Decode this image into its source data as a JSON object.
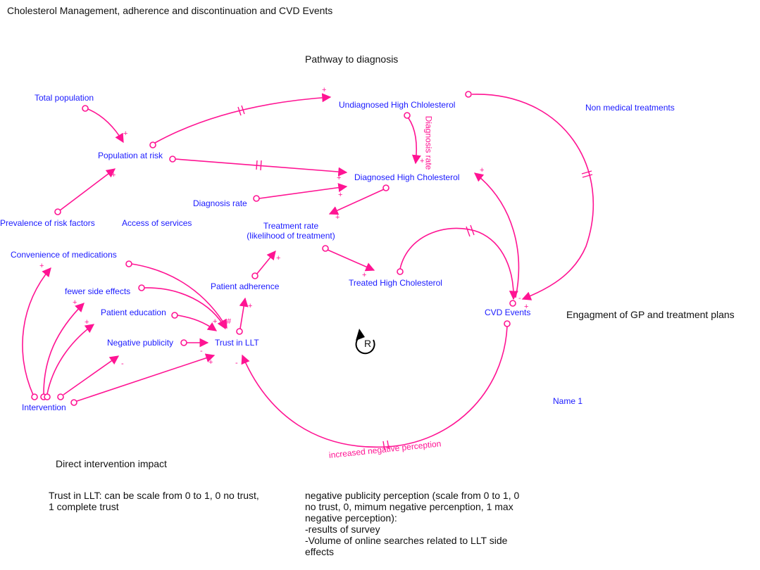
{
  "diagram": {
    "title": "Cholesterol Management, adherence and discontinuation and CVD Events",
    "link_color": "#ff1493",
    "variable_color": "#1a1aff",
    "section_labels": {
      "pathway": "Pathway to diagnosis",
      "engagement": "Engagment of GP and treatment plans",
      "direct_intervention": "Direct intervention impact"
    },
    "variables": {
      "total_population": "Total population",
      "population_at_risk": "Population at risk",
      "prevalence_risk_factors": "Prevalence of risk factors",
      "access_services": "Access of services",
      "undiagnosed": "Undiagnosed High Chlolesterol",
      "diagnosed": "Diagnosed High Cholesterol",
      "diagnosis_rate": "Diagnosis rate",
      "non_medical": "Non medical treatments",
      "treatment_rate_1": "Treatment rate",
      "treatment_rate_2": "(likelihood of treatment)",
      "treated": "Treated High Cholesterol",
      "cvd_events": "CVD Events",
      "convenience": "Convenience of medications",
      "fewer_side_effects": "fewer side effects",
      "patient_education": "Patient education",
      "negative_publicity": "Negative publicity",
      "trust_llt": "Trust in LLT",
      "patient_adherence": "Patient adherence",
      "intervention": "Intervention",
      "name1": "Name 1"
    },
    "link_labels": {
      "diagnosis_rate_flow": "Diagnosis rate",
      "increased_negative": "increased negative perception"
    },
    "loop": {
      "type": "R",
      "label": "R",
      "direction": "counter-clockwise"
    },
    "polarity": {
      "plus": "+",
      "minus": "-",
      "hash": "#"
    },
    "notes": {
      "trust_scale": "Trust in LLT: can be scale from 0 to 1, 0 no trust,\n1 complete trust",
      "negative_publicity": "negative publicity perception (scale from 0 to 1, 0\nno trust, 0, mimum negative percenption, 1 max\nnegative perception):\n-results of survey\n-Volume of online searches related to LLT side\neffects"
    },
    "links": [
      {
        "from": "Total population",
        "to": "Population at risk",
        "polarity": "+",
        "delay": false
      },
      {
        "from": "Prevalence of risk factors",
        "to": "Population at risk",
        "polarity": "+",
        "delay": false
      },
      {
        "from": "Population at risk",
        "to": "Undiagnosed High Chlolesterol",
        "polarity": "+",
        "delay": true
      },
      {
        "from": "Population at risk",
        "to": "Diagnosed High Cholesterol",
        "polarity": "+",
        "delay": true
      },
      {
        "from": "Diagnosis rate",
        "to": "Diagnosed High Cholesterol",
        "polarity": "+",
        "delay": false
      },
      {
        "from": "Undiagnosed High Chlolesterol",
        "to": "Diagnosed High Cholesterol",
        "polarity": "+",
        "delay": false,
        "label": "Diagnosis rate"
      },
      {
        "from": "Undiagnosed High Chlolesterol",
        "to": "CVD Events",
        "polarity": "+",
        "delay": true
      },
      {
        "from": "CVD Events",
        "to": "Diagnosed High Cholesterol",
        "polarity": "+",
        "delay": false
      },
      {
        "from": "Diagnosed High Cholesterol",
        "to": "Treatment rate",
        "polarity": "+",
        "delay": false
      },
      {
        "from": "Treatment rate",
        "to": "Treated High Cholesterol",
        "polarity": "+",
        "delay": false
      },
      {
        "from": "Treated High Cholesterol",
        "to": "CVD Events",
        "polarity": "-",
        "delay": true
      },
      {
        "from": "Patient adherence",
        "to": "Treatment rate",
        "polarity": "+",
        "delay": false
      },
      {
        "from": "Trust in LLT",
        "to": "Patient adherence",
        "polarity": "+",
        "delay": false
      },
      {
        "from": "Convenience of medications",
        "to": "Trust in LLT",
        "polarity": "#",
        "delay": false
      },
      {
        "from": "fewer side effects",
        "to": "Trust in LLT",
        "polarity": "+",
        "delay": false
      },
      {
        "from": "Patient education",
        "to": "Trust in LLT",
        "polarity": "+",
        "delay": false
      },
      {
        "from": "Negative publicity",
        "to": "Trust in LLT",
        "polarity": "-",
        "delay": false
      },
      {
        "from": "Intervention",
        "to": "Convenience of medications",
        "polarity": "+",
        "delay": false
      },
      {
        "from": "Intervention",
        "to": "fewer side effects",
        "polarity": "+",
        "delay": false
      },
      {
        "from": "Intervention",
        "to": "Patient education",
        "polarity": "+",
        "delay": false
      },
      {
        "from": "Intervention",
        "to": "Negative publicity",
        "polarity": "-",
        "delay": false
      },
      {
        "from": "Intervention",
        "to": "Trust in LLT",
        "polarity": "+",
        "delay": false
      },
      {
        "from": "CVD Events",
        "to": "Trust in LLT",
        "polarity": "-",
        "delay": true,
        "label": "increased negative perception"
      }
    ]
  }
}
